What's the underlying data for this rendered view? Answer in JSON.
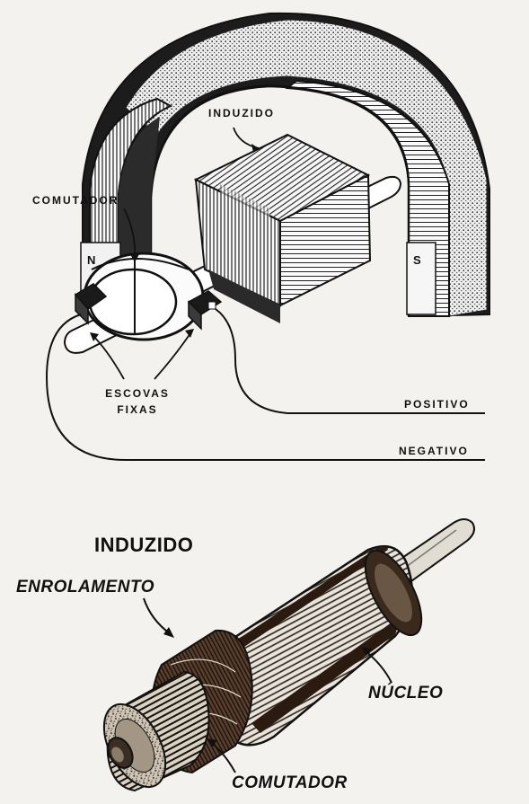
{
  "motor_diagram": {
    "labels": {
      "induzido": "INDUZIDO",
      "comutador": "COMUTADOR",
      "pole_n": "N",
      "pole_s": "S",
      "escovas_line1": "ESCOVAS",
      "escovas_line2": "FIXAS",
      "positivo": "POSITIVO",
      "negativo": "NEGATIVO"
    }
  },
  "armature_diagram": {
    "labels": {
      "title": "INDUZIDO",
      "enrolamento": "ENROLAMENTO",
      "nucleo": "NÚCLEO",
      "comutador": "COMUTADOR"
    }
  }
}
